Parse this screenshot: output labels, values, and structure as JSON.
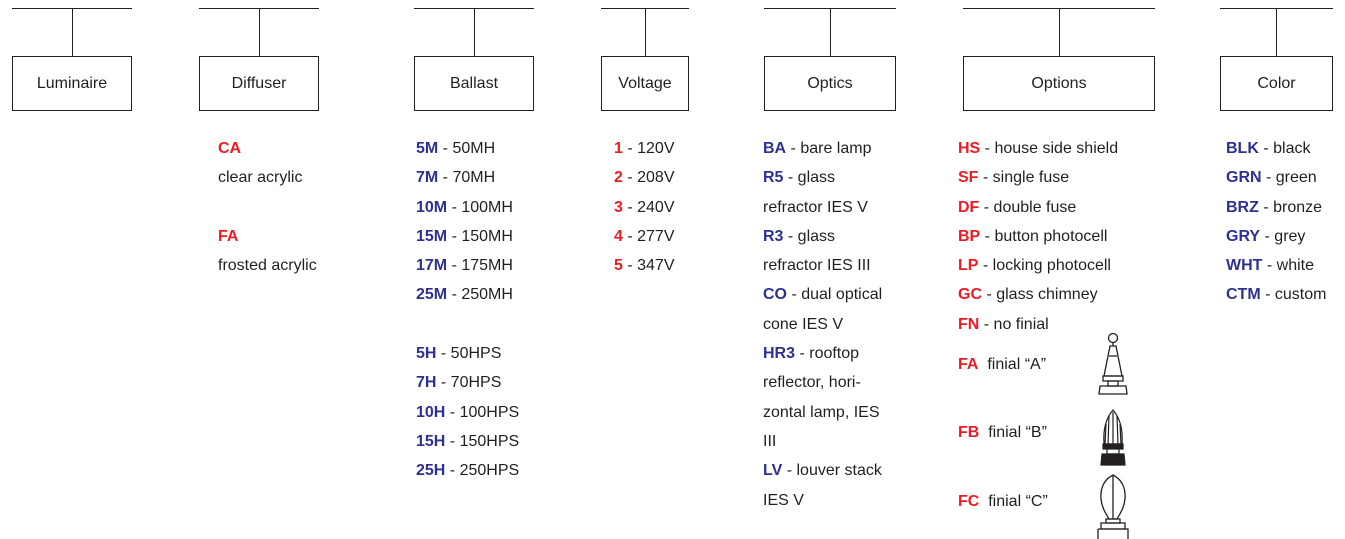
{
  "colors": {
    "red": "#ec1c24",
    "blue": "#2e3192",
    "ink": "#231f20"
  },
  "columns": [
    {
      "title": "Luminaire",
      "items": []
    },
    {
      "title": "Diffuser",
      "items": [
        {
          "code": "CA",
          "desc": "clear acrylic"
        },
        {
          "code": "FA",
          "desc": "frosted acrylic"
        }
      ]
    },
    {
      "title": "Ballast",
      "items": [
        {
          "code": "5M",
          "desc": "50MH"
        },
        {
          "code": "7M",
          "desc": "70MH"
        },
        {
          "code": "10M",
          "desc": "100MH"
        },
        {
          "code": "15M",
          "desc": "150MH"
        },
        {
          "code": "17M",
          "desc": "175MH"
        },
        {
          "code": "25M",
          "desc": "250MH"
        },
        {
          "code": "5H",
          "desc": "50HPS"
        },
        {
          "code": "7H",
          "desc": "70HPS"
        },
        {
          "code": "10H",
          "desc": "100HPS"
        },
        {
          "code": "15H",
          "desc": "150HPS"
        },
        {
          "code": "25H",
          "desc": "250HPS"
        }
      ]
    },
    {
      "title": "Voltage",
      "items": [
        {
          "code": "1",
          "desc": "120V"
        },
        {
          "code": "2",
          "desc": "208V"
        },
        {
          "code": "3",
          "desc": "240V"
        },
        {
          "code": "4",
          "desc": "277V"
        },
        {
          "code": "5",
          "desc": "347V"
        }
      ]
    },
    {
      "title": "Optics",
      "items": [
        {
          "code": "BA",
          "lines": [
            "bare lamp"
          ]
        },
        {
          "code": "R5",
          "lines": [
            "glass",
            "refractor IES V"
          ]
        },
        {
          "code": "R3",
          "lines": [
            "glass",
            "refractor IES III"
          ]
        },
        {
          "code": "CO",
          "lines": [
            "dual optical",
            "cone IES V"
          ]
        },
        {
          "code": "HR3",
          "lines": [
            "rooftop",
            "reflector, hori-",
            "zontal lamp, IES",
            "III"
          ]
        },
        {
          "code": "LV",
          "lines": [
            "louver stack",
            "IES V"
          ]
        }
      ]
    },
    {
      "title": "Options",
      "items": [
        {
          "code": "HS",
          "desc": "house side shield"
        },
        {
          "code": "SF",
          "desc": "single fuse"
        },
        {
          "code": "DF",
          "desc": "double fuse"
        },
        {
          "code": "BP",
          "desc": "button photocell"
        },
        {
          "code": "LP",
          "desc": "locking photocell"
        },
        {
          "code": "GC",
          "desc": "glass chimney"
        },
        {
          "code": "FN",
          "desc": "no finial"
        }
      ],
      "finials": [
        {
          "code": "FA",
          "desc": "finial “A”",
          "icon": "finial-a-icon"
        },
        {
          "code": "FB",
          "desc": "finial “B”",
          "icon": "finial-b-icon"
        },
        {
          "code": "FC",
          "desc": "finial “C”",
          "icon": "finial-c-icon"
        }
      ]
    },
    {
      "title": "Color",
      "items": [
        {
          "code": "BLK",
          "desc": "black"
        },
        {
          "code": "GRN",
          "desc": "green"
        },
        {
          "code": "BRZ",
          "desc": "bronze"
        },
        {
          "code": "GRY",
          "desc": "grey"
        },
        {
          "code": "WHT",
          "desc": "white"
        },
        {
          "code": "CTM",
          "desc": "custom"
        }
      ]
    }
  ],
  "separator": " - "
}
